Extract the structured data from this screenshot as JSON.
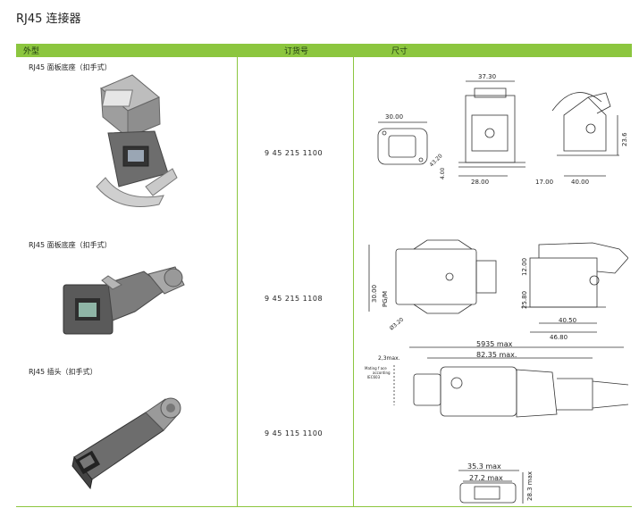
{
  "page_title": "RJ45 连接器",
  "header": {
    "col_appearance": "外型",
    "col_order": "订货号",
    "col_size": "尺寸"
  },
  "rows": [
    {
      "label": "RJ45 面板底座（扣手式）",
      "order_no": "9  45  215  1100"
    },
    {
      "label": "RJ45 面板底座（扣手式）",
      "order_no": "9  45  215  1108"
    },
    {
      "label": "RJ45 插头（扣手式）",
      "order_no": "9  45  115  1100"
    }
  ],
  "drawings": {
    "d1": {
      "top_width": "37.30",
      "left_width": "30.00",
      "base_a": "28.00",
      "base_b": "17.00",
      "base_c": "40.00",
      "height": "23.6",
      "slant": "43.20",
      "small": "4.00"
    },
    "d2": {
      "height_left": "30.00",
      "pg": "PG/M",
      "hole": "Ø3.20",
      "h_top": "12.00",
      "h_mid": "25.80",
      "w_a": "40.50",
      "w_b": "46.80"
    },
    "d3": {
      "len_total": "5935  max",
      "len_inner": "82.35  max.",
      "small_gap": "2,3max.",
      "note_line1": "Mating f   ace",
      "note_line2": "according",
      "note_line3": "IEC603",
      "w_outer": "35.3  max",
      "w_inner": "27.2  max",
      "h_side": "28.3  max"
    }
  },
  "colors": {
    "header_green": "#8cc63f",
    "line_green": "#8cc63f"
  }
}
